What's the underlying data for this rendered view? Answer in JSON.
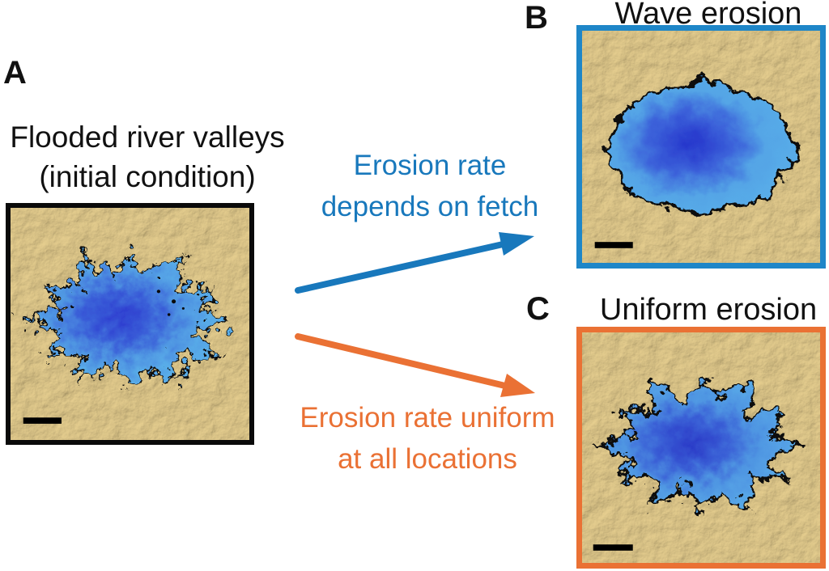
{
  "figure": {
    "background": "#ffffff",
    "panels": {
      "a": {
        "label": "A",
        "title_line1": "Flooded river valleys",
        "title_line2": "(initial condition)",
        "frame_color": "#0a0a0a",
        "map_description": "shaded-relief terrain with dendritic flooded-valley lake",
        "scalebar": "scale-bar"
      },
      "b": {
        "label": "B",
        "title": "Wave erosion",
        "frame_color": "#1e86c8",
        "map_description": "shaded-relief terrain with smoothed wave-eroded lake",
        "scalebar": "scale-bar"
      },
      "c": {
        "label": "C",
        "title": "Uniform erosion",
        "frame_color": "#ea7134",
        "map_description": "shaded-relief terrain with widened dendritic lake",
        "scalebar": "scale-bar"
      }
    },
    "arrows": {
      "wave": {
        "label_line1": "Erosion rate",
        "label_line2": "depends on fetch",
        "color": "#1878bc"
      },
      "uniform": {
        "label_line1": "Erosion rate uniform",
        "label_line2": "at all locations",
        "color": "#ea7134"
      }
    },
    "map_colors": {
      "terrain": "#e0c473",
      "lake_shallow": "#58abe6",
      "lake_mid": "#3f6fd8",
      "lake_deep": "#2b3cc8",
      "shoreline": "#0a0a0a",
      "scalebar": "#000000"
    }
  }
}
